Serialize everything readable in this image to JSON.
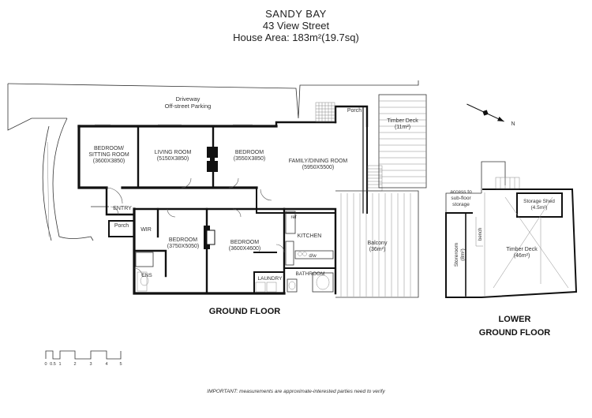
{
  "header": {
    "title": "SANDY BAY",
    "address": "43 View Street",
    "house_area": "House Area: 183m²(19.7sq)"
  },
  "site": {
    "driveway": "Driveway",
    "parking": "Off-street Parking"
  },
  "rooms": {
    "bedroom_sitting": {
      "line1": "BEDROOM/",
      "line2": "SITTING ROOM",
      "dims": "(3600X3850)"
    },
    "living_room": {
      "name": "LIVING ROOM",
      "dims": "(5150X3850)"
    },
    "bedroom_top": {
      "name": "BEDROOM",
      "dims": "(3550X3850)"
    },
    "family_dining": {
      "name": "FAMILY/DINING ROOM",
      "dims": "(5950X5500)"
    },
    "entry": "ENTRY",
    "porch_left": "Porch",
    "porch_top": "Porch",
    "wir": "WIR",
    "bedroom_master": {
      "name": "BEDROOM",
      "dims": "(3750X5050)"
    },
    "bedroom_mid": {
      "name": "BEDROOM",
      "dims": "(3600X4600)"
    },
    "kitchen": "KITCHEN",
    "ref": "ref",
    "dw": "d/w",
    "ens": "ENS",
    "laundry": "LAUNDRY",
    "bathroom": "BATHROOM",
    "balcony": {
      "name": "Balcony",
      "area": "(36m²)"
    },
    "timber_deck_top": {
      "name": "Timber Deck",
      "area": "(11m²)"
    }
  },
  "lower": {
    "access": {
      "line1": "access to",
      "line2": "sub-floor",
      "line3": "storage"
    },
    "storage_shed": {
      "name": "Storage Shed",
      "area": "(4.5m²)"
    },
    "bench": "bench",
    "storeroom": {
      "name": "Storeroom",
      "area": "(8m²)"
    },
    "timber_deck": {
      "name": "Timber Deck",
      "area": "(46m²)"
    }
  },
  "floor_labels": {
    "ground": "GROUND FLOOR",
    "lower_line1": "LOWER",
    "lower_line2": "GROUND FLOOR"
  },
  "compass": {
    "north": "N"
  },
  "scale_bar": {
    "ticks": [
      "0",
      "0.5",
      "1",
      "2",
      "3",
      "4",
      "5"
    ]
  },
  "disclaimer": "IMPORTANT: measurements are approximate-interested parties need to verify"
}
